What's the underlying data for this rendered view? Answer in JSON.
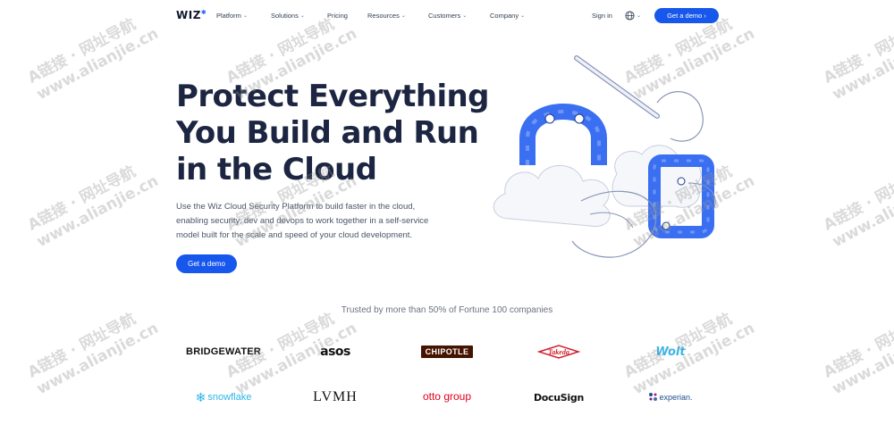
{
  "nav": {
    "logo": "WIZ",
    "items": [
      {
        "label": "Platform",
        "dropdown": true
      },
      {
        "label": "Solutions",
        "dropdown": true
      },
      {
        "label": "Pricing",
        "dropdown": false
      },
      {
        "label": "Resources",
        "dropdown": true
      },
      {
        "label": "Customers",
        "dropdown": true
      },
      {
        "label": "Company",
        "dropdown": true
      }
    ],
    "sign_in": "Sign in",
    "cta": "Get a demo",
    "cta_arrow": "›",
    "globe_icon": "globe-icon"
  },
  "hero": {
    "title_lines": [
      "Protect Everything",
      "You Build and Run",
      "in the Cloud"
    ],
    "description": "Use the Wiz Cloud Security Platform to build faster in the cloud, enabling security, dev and devops to work together in a self-service model built for the scale and speed of your cloud development.",
    "cta": "Get a demo"
  },
  "trusted": {
    "heading": "Trusted by more than 50% of Fortune 100 companies",
    "logos": [
      "BRIDGEWATER",
      "asos",
      "CHIPOTLE",
      "Takeda",
      "Wolt",
      "snowflake",
      "LVMH",
      "otto group",
      "DocuSign",
      "experian."
    ]
  },
  "watermark": {
    "line1": "A链接 · 网址导航",
    "line2": "www.alianjie.cn"
  },
  "colors": {
    "brand_blue": "#1857ec",
    "title": "#1c2541"
  }
}
